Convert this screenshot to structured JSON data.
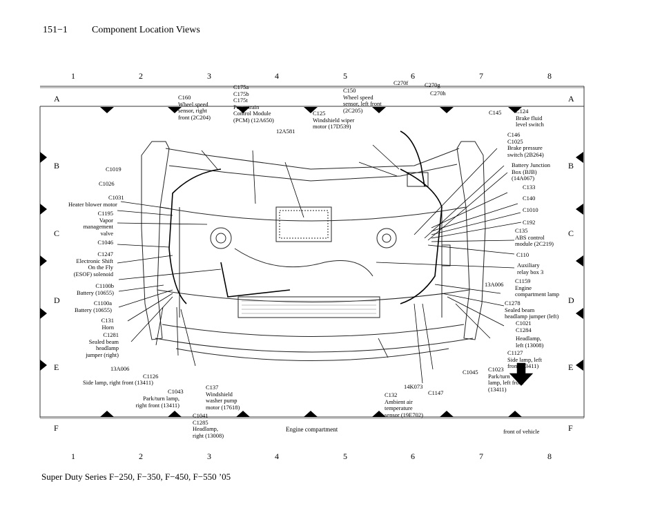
{
  "header": {
    "page_number": "151−1",
    "title": "Component Location Views"
  },
  "footer": {
    "text": "Super Duty Series F−250, F−350, F−450, F−550 ’05"
  },
  "grid": {
    "columns": [
      "1",
      "2",
      "3",
      "4",
      "5",
      "6",
      "7",
      "8"
    ],
    "rows": [
      "A",
      "B",
      "C",
      "D",
      "E",
      "F"
    ]
  },
  "diagram": {
    "view": "Engine compartment",
    "orientation": "front of vehicle",
    "icons": [
      "front-direction-arrow-icon"
    ],
    "labels": [
      "C160\nWheel speed\nsensor, right\nfront (2C204)",
      "C175a\nC175b\nC175t\nPowertrain\nControl Module\n(PCM) (12A650)",
      "12A581",
      "C125\nWindshield wiper\nmotor (17D539)",
      "C150\nWheel speed\nsensor, left front\n(2C205)",
      "C270f",
      "C270g",
      "C270h",
      "C145",
      "C124\nBrake fluid\nlevel switch",
      "C146\nC1025\nBrake pressure\nswitch (2B264)",
      "Battery Junction\nBox (BJB)\n(14A067)",
      "C133",
      "C140",
      "C1010",
      "C192",
      "C135\nABS control\nmodule (2C219)",
      "C110",
      "Auxiliary\nrelay box 3",
      "13A006",
      "C1159\nEngine\ncompartment lamp",
      "C1278\nSealed beam\nheadlamp jumper (left)",
      "C1021\nC1284",
      "Headlamp,\nleft (13008)",
      "C1127\nSide lamp, left\nfront (13411)",
      "C1023\nPark/turn\nlamp, left front\n(13411)",
      "C1045",
      "14K073",
      "C1147",
      "C132\nAmbient air\ntemperature\nsensor (19E702)",
      "C1041\nC1285\nHeadlamp,\nright (13008)",
      "C137\nWindshield\nwasher pump\nmotor (17618)",
      "C1043",
      "Park/turn lamp,\nright front (13411)",
      "C1126",
      "13A006",
      "Side lamp, right front (13411)",
      "C1019",
      "C1026",
      "C1031",
      "Heater blower motor",
      "C1195\nVapor\nmanagement\nvalve",
      "C1046",
      "C1247\nElectronic Shift\nOn the Fly\n(ESOF) solenoid",
      "C1100b\nBattery (10655)",
      "C1100a\nBattery (10655)",
      "C131\nHorn",
      "C1281\nSealed beam\nheadlamp\njumper (right)"
    ]
  }
}
